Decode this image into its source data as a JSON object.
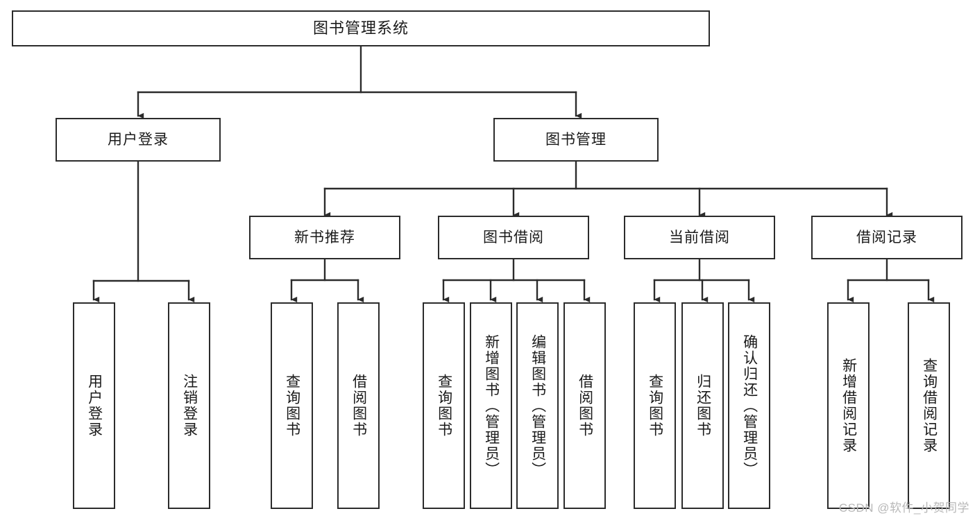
{
  "diagram": {
    "title": "图书管理系统",
    "type": "hierarchy-tree",
    "colors": {
      "box_border": "#2b2b2b",
      "box_fill": "#ffffff",
      "connector": "#2b2b2b",
      "text": "#1a1a1a",
      "watermark": "#b8b8b8"
    },
    "nodes": {
      "root": {
        "label": "图书管理系统",
        "orientation": "horizontal"
      },
      "level2": [
        {
          "id": "user-login",
          "label": "用户登录",
          "orientation": "horizontal"
        },
        {
          "id": "book-management",
          "label": "图书管理",
          "orientation": "horizontal"
        }
      ],
      "level3": [
        {
          "id": "new-book-recommend",
          "label": "新书推荐",
          "orientation": "horizontal"
        },
        {
          "id": "book-borrow",
          "label": "图书借阅",
          "orientation": "horizontal"
        },
        {
          "id": "current-borrow",
          "label": "当前借阅",
          "orientation": "horizontal"
        },
        {
          "id": "borrow-record",
          "label": "借阅记录",
          "orientation": "horizontal"
        }
      ],
      "leaves": [
        {
          "id": "leaf-user-login",
          "label": "用户登录",
          "parent": "user-login"
        },
        {
          "id": "leaf-logout-login",
          "label": "注销登录",
          "parent": "user-login"
        },
        {
          "id": "leaf-query-book-1",
          "label": "查询图书",
          "parent": "new-book-recommend"
        },
        {
          "id": "leaf-borrow-book-1",
          "label": "借阅图书",
          "parent": "new-book-recommend"
        },
        {
          "id": "leaf-query-book-2",
          "label": "查询图书",
          "parent": "book-borrow"
        },
        {
          "id": "leaf-add-book",
          "label": "新增图书（管理员）",
          "parent": "book-borrow"
        },
        {
          "id": "leaf-edit-book",
          "label": "编辑图书（管理员）",
          "parent": "book-borrow"
        },
        {
          "id": "leaf-borrow-book-2",
          "label": "借阅图书",
          "parent": "book-borrow"
        },
        {
          "id": "leaf-query-book-3",
          "label": "查询图书",
          "parent": "current-borrow"
        },
        {
          "id": "leaf-return-book",
          "label": "归还图书",
          "parent": "current-borrow"
        },
        {
          "id": "leaf-confirm-return",
          "label": "确认归还（管理员）",
          "parent": "current-borrow"
        },
        {
          "id": "leaf-add-record",
          "label": "新增借阅记录",
          "parent": "borrow-record"
        },
        {
          "id": "leaf-query-record",
          "label": "查询借阅记录",
          "parent": "borrow-record"
        }
      ]
    },
    "watermark": "CSDN @软件_小贺同学"
  }
}
